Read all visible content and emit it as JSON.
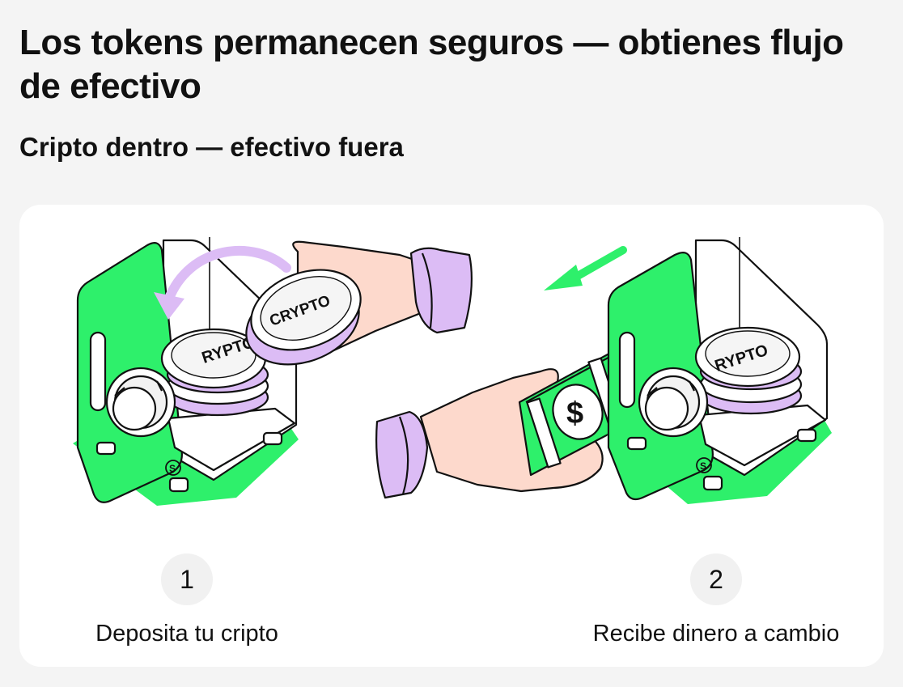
{
  "header": {
    "title": "Los tokens permanecen seguros — obtienes flujo de efectivo",
    "subtitle": "Cripto dentro — efectivo fuera"
  },
  "illustration": {
    "coin_label": "CRYPTO",
    "coin_label_partial_left": "RYPTO",
    "coin_label_partial_right": "RYPTO",
    "bill_symbol": "$",
    "safe_logo": "S"
  },
  "steps": [
    {
      "number": "1",
      "label": "Deposita tu cripto"
    },
    {
      "number": "2",
      "label": "Recibe dinero a cambio"
    }
  ],
  "colors": {
    "page_bg": "#f4f4f4",
    "card_bg": "#ffffff",
    "accent_green": "#2ef06b",
    "accent_purple": "#dcbcf5",
    "skin": "#fdd9cc",
    "outline": "#111111",
    "step_circle_bg": "#f1f1f1"
  }
}
